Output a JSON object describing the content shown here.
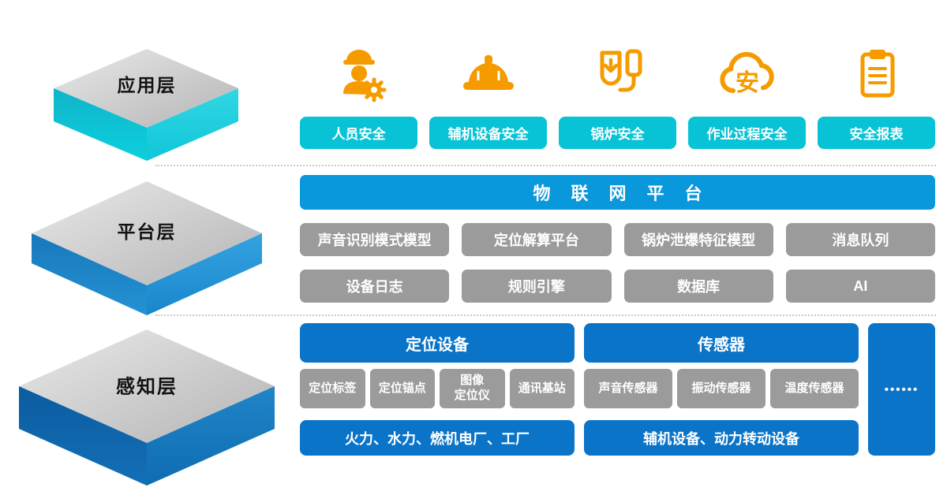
{
  "layers": [
    {
      "label": "应用层"
    },
    {
      "label": "平台层"
    },
    {
      "label": "感知层"
    }
  ],
  "application": {
    "modules": [
      {
        "label": "人员安全",
        "icon": "worker-safety-icon"
      },
      {
        "label": "辅机设备安全",
        "icon": "safety-helmet-icon"
      },
      {
        "label": "锅炉安全",
        "icon": "boiler-safety-icon"
      },
      {
        "label": "作业过程安全",
        "icon": "cloud-safety-icon"
      },
      {
        "label": "安全报表",
        "icon": "safety-report-icon"
      }
    ]
  },
  "platform": {
    "iot_platform": "物联网平台",
    "services_row1": [
      "声音识别模式模型",
      "定位解算平台",
      "锅炉泄爆特征模型",
      "消息队列"
    ],
    "services_row2": [
      "设备日志",
      "规则引擎",
      "数据库",
      "AI"
    ]
  },
  "perception": {
    "positioning": {
      "header": "定位设备",
      "devices": [
        "定位标签",
        "定位锚点",
        "图像\n定位仪",
        "通讯基站"
      ],
      "targets": "火力、水力、燃机电厂、工厂"
    },
    "sensors": {
      "header": "传感器",
      "devices": [
        "声音传感器",
        "振动传感器",
        "温度传感器"
      ],
      "targets": "辅机设备、动力转动设备"
    },
    "more": "••••••"
  },
  "colors": {
    "accent_cyan": "#08c3d5",
    "accent_blue": "#0a98dc",
    "accent_deep_blue": "#0a74c9",
    "neutral_gray": "#9b9b9b",
    "icon_orange": "#f59b00",
    "platform_top_gray": "#c9c9c9"
  }
}
